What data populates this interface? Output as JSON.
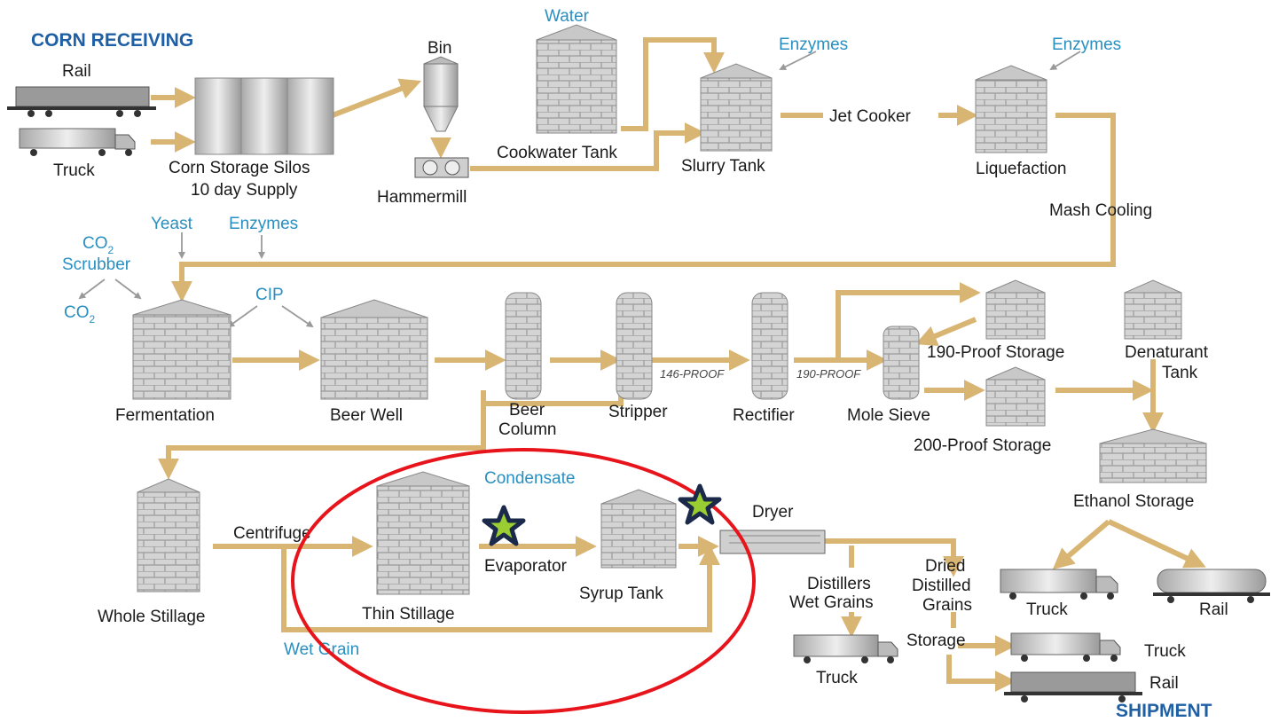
{
  "sections": {
    "receiving": "CORN RECEIVING",
    "shipment": "SHIPMENT"
  },
  "colors": {
    "flow": "#d9b574",
    "tank_fill": "#d4d4d4",
    "tank_line": "#8a8a8a",
    "input_text": "#2a8fc0",
    "section_text": "#1f5fa3",
    "highlight": "#e8141b",
    "star_fill": "#9acd32",
    "star_stroke": "#1b2a4a"
  },
  "labels": {
    "rail_in": "Rail",
    "truck_in": "Truck",
    "silos": "Corn Storage Silos",
    "silos_sub": "10 day Supply",
    "bin": "Bin",
    "hammermill": "Hammermill",
    "water": "Water",
    "cookwater": "Cookwater Tank",
    "enzymes1": "Enzymes",
    "slurry": "Slurry Tank",
    "jet_cooker": "Jet Cooker",
    "enzymes2": "Enzymes",
    "liquefaction": "Liquefaction",
    "mash_cooling": "Mash Cooling",
    "yeast": "Yeast",
    "enzymes3": "Enzymes",
    "co2_scrubber_a": "CO",
    "co2_scrubber_b": "Scrubber",
    "co2_a": "CO",
    "sub2": "2",
    "cip": "CIP",
    "fermentation": "Fermentation",
    "beer_well": "Beer Well",
    "beer_column_a": "Beer",
    "beer_column_b": "Column",
    "stripper": "Stripper",
    "proof146": "146-PROOF",
    "rectifier": "Rectifier",
    "proof190": "190-PROOF",
    "mole_sieve": "Mole Sieve",
    "storage190": "190-Proof Storage",
    "denaturant_a": "Denaturant",
    "denaturant_b": "Tank",
    "storage200": "200-Proof Storage",
    "ethanol_storage": "Ethanol Storage",
    "whole_stillage": "Whole Stillage",
    "centrifuge": "Centrifuge",
    "thin_stillage": "Thin Stillage",
    "condensate": "Condensate",
    "evaporator": "Evaporator",
    "syrup_tank": "Syrup Tank",
    "wet_grain": "Wet Grain",
    "dryer": "Dryer",
    "dwg_a": "Distillers",
    "dwg_b": "Wet Grains",
    "ddg_a": "Dried",
    "ddg_b": "Distilled",
    "ddg_c": "Grains",
    "storage": "Storage",
    "truck_dwg": "Truck",
    "truck_ddg": "Truck",
    "rail_ddg": "Rail",
    "truck_eth": "Truck",
    "rail_eth": "Rail"
  }
}
